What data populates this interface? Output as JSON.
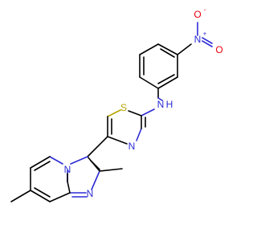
{
  "molecule": {
    "atoms": {
      "nitro_o_minus": "O",
      "nitro_o_minus_charge": "-",
      "nitro_n": "N",
      "nitro_n_charge": "+",
      "nitro_o": "O",
      "amine_n": "N",
      "amine_h": "H",
      "thiazole_s": "S",
      "thiazole_n": "N",
      "bridge_n": "N",
      "imidazole_n": "N"
    },
    "colors": {
      "nitrogen": "#2b2bd6",
      "oxygen": "#e8000b",
      "sulfur": "#b8a400",
      "carbon": "#000000"
    }
  }
}
